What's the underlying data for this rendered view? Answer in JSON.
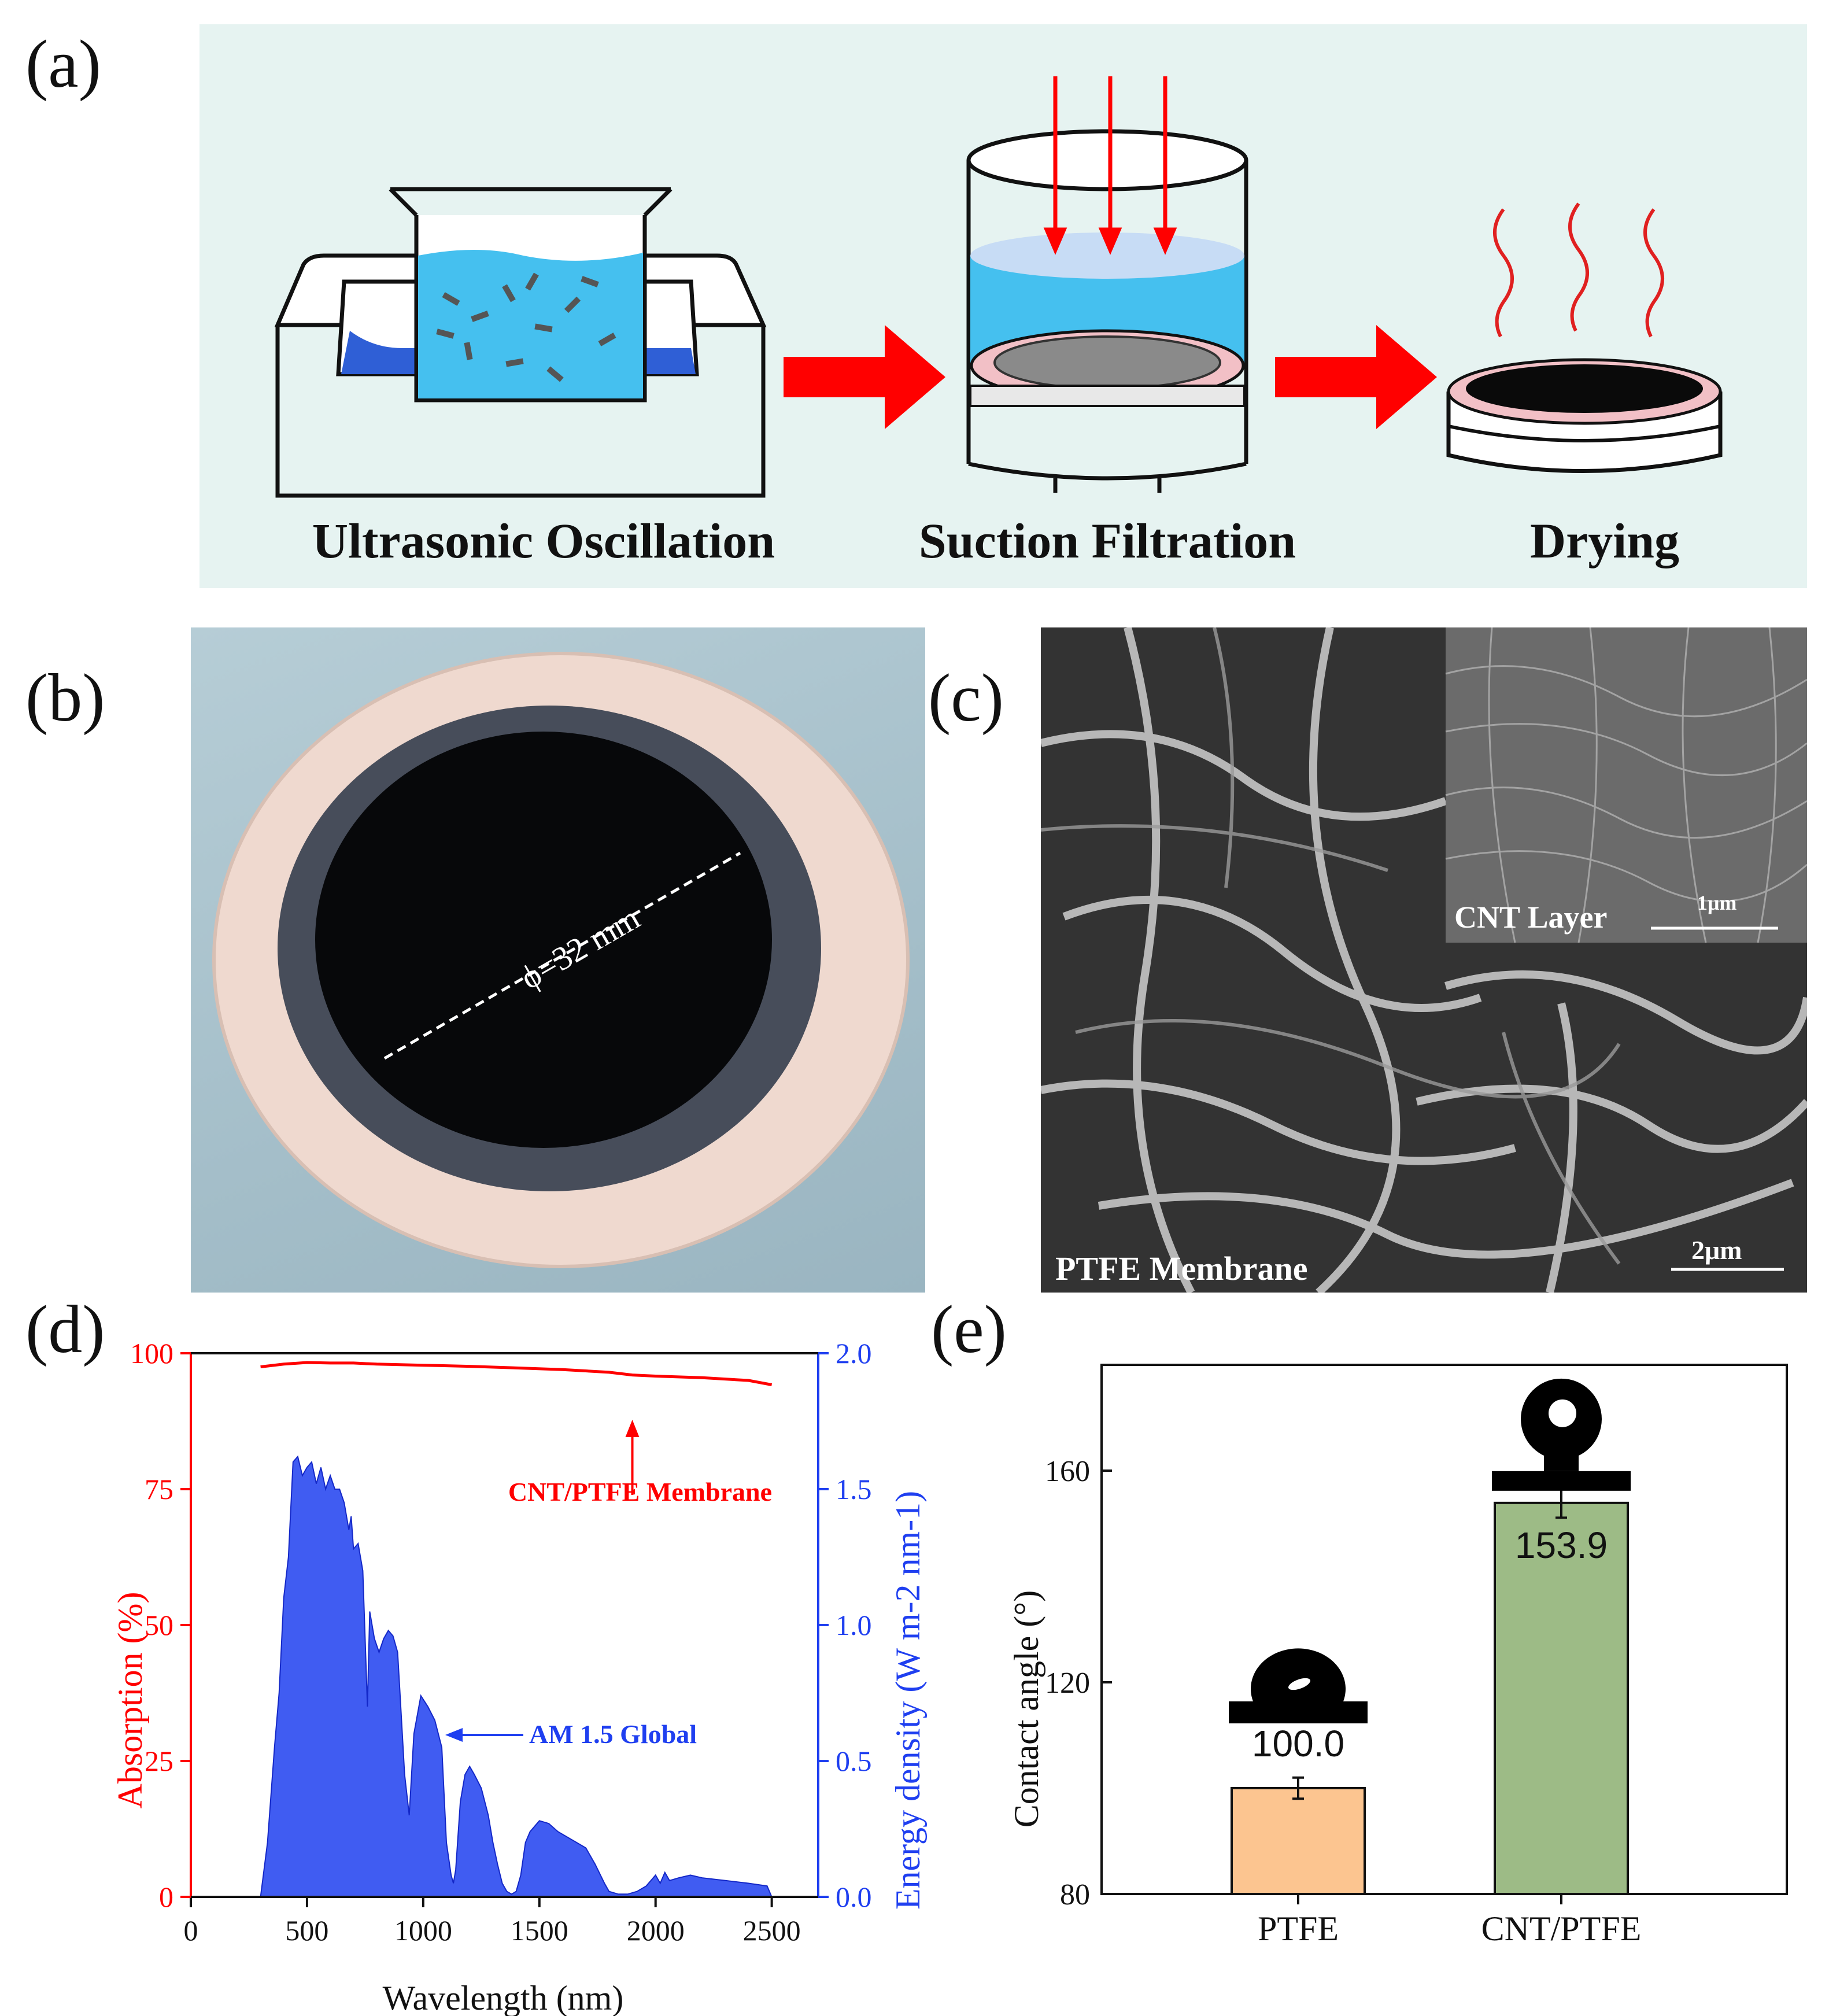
{
  "panels": {
    "a": "(a)",
    "b": "(b)",
    "c": "(c)",
    "d": "(d)",
    "e": "(e)"
  },
  "process": {
    "steps": [
      "Ultrasonic Oscillation",
      "Suction Filtration",
      "Drying"
    ],
    "background_color": "#e6f3f1",
    "arrow_color": "#ff0000"
  },
  "photo": {
    "diameter_label": "ϕ=32 mm"
  },
  "sem": {
    "main_label": "PTFE Membrane",
    "main_scale": "2μm",
    "inset_label": "CNT Layer",
    "inset_scale": "1μm"
  },
  "chart_data": [
    {
      "type": "line",
      "xlabel": "Wavelength (nm)",
      "ylabel_left": "Absorption (%)",
      "ylabel_right": "Energy density (W m-2 nm-1)",
      "xlim": [
        0,
        2700
      ],
      "ylim_left": [
        0,
        100
      ],
      "ylim_right": [
        0.0,
        2.0
      ],
      "x_ticks": [
        0,
        500,
        1000,
        1500,
        2000,
        2500
      ],
      "y_ticks_left": [
        0,
        25,
        50,
        75,
        100
      ],
      "y_ticks_right": [
        "0.0",
        "0.5",
        "1.0",
        "1.5",
        "2.0"
      ],
      "series": [
        {
          "name": "CNT/PTFE Membrane",
          "axis": "left",
          "color": "#ff0000",
          "x": [
            300,
            400,
            500,
            600,
            700,
            800,
            900,
            1000,
            1200,
            1400,
            1600,
            1800,
            1900,
            2000,
            2200,
            2400,
            2500
          ],
          "values": [
            97.5,
            98.0,
            98.3,
            98.2,
            98.2,
            98.0,
            97.9,
            97.8,
            97.6,
            97.3,
            97.0,
            96.5,
            96.0,
            95.8,
            95.5,
            95.0,
            94.2
          ]
        },
        {
          "name": "AM 1.5 Global",
          "axis": "right",
          "type": "area",
          "color": "#1f3ff0",
          "x": [
            300,
            330,
            360,
            380,
            400,
            420,
            440,
            460,
            480,
            500,
            520,
            540,
            560,
            580,
            600,
            620,
            640,
            660,
            680,
            690,
            700,
            720,
            740,
            760,
            770,
            790,
            810,
            830,
            850,
            870,
            890,
            900,
            920,
            940,
            960,
            990,
            1020,
            1050,
            1080,
            1100,
            1120,
            1130,
            1140,
            1160,
            1180,
            1200,
            1220,
            1250,
            1280,
            1300,
            1320,
            1340,
            1360,
            1380,
            1400,
            1420,
            1440,
            1460,
            1500,
            1540,
            1580,
            1620,
            1660,
            1700,
            1740,
            1780,
            1800,
            1840,
            1880,
            1920,
            1960,
            2000,
            2020,
            2040,
            2060,
            2100,
            2150,
            2200,
            2300,
            2400,
            2480,
            2500
          ],
          "values": [
            0.0,
            0.2,
            0.55,
            0.75,
            1.1,
            1.25,
            1.6,
            1.62,
            1.55,
            1.58,
            1.6,
            1.52,
            1.58,
            1.5,
            1.55,
            1.5,
            1.5,
            1.45,
            1.35,
            1.4,
            1.28,
            1.3,
            1.2,
            0.7,
            1.05,
            0.95,
            0.9,
            0.95,
            0.98,
            0.96,
            0.9,
            0.75,
            0.45,
            0.3,
            0.6,
            0.74,
            0.7,
            0.65,
            0.55,
            0.2,
            0.08,
            0.05,
            0.1,
            0.35,
            0.45,
            0.48,
            0.45,
            0.4,
            0.3,
            0.2,
            0.12,
            0.05,
            0.02,
            0.01,
            0.02,
            0.08,
            0.2,
            0.24,
            0.28,
            0.27,
            0.24,
            0.22,
            0.2,
            0.18,
            0.12,
            0.05,
            0.02,
            0.01,
            0.01,
            0.02,
            0.04,
            0.08,
            0.05,
            0.09,
            0.06,
            0.07,
            0.08,
            0.07,
            0.06,
            0.05,
            0.04,
            0.0
          ]
        }
      ],
      "annotations": [
        "CNT/PTFE Membrane",
        "AM 1.5 Global"
      ]
    },
    {
      "type": "bar",
      "ylabel": "Contact angle (°)",
      "categories": [
        "PTFE",
        "CNT/PTFE"
      ],
      "values": [
        100.0,
        153.9
      ],
      "errors": [
        2.0,
        2.8
      ],
      "value_labels": [
        "100.0",
        "153.9"
      ],
      "ylim": [
        80,
        180
      ],
      "y_ticks": [
        80,
        120,
        160
      ],
      "colors": [
        "#fcc590",
        "#9dbb86"
      ]
    }
  ]
}
